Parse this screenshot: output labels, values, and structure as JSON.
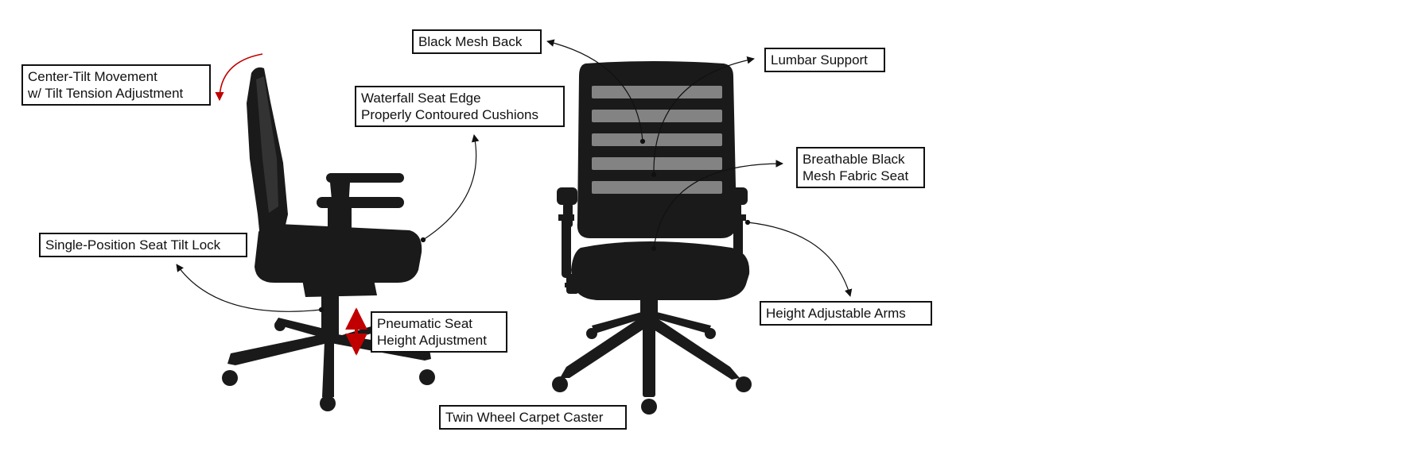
{
  "colors": {
    "line": "#111111",
    "accent": "#c00000",
    "chair": "#1a1a1a",
    "mesh_light": "#8f8f8f"
  },
  "images": [
    "side-view-office-chair",
    "front-view-office-chair"
  ],
  "callouts": {
    "center_tilt": {
      "line1": "Center-Tilt Movement",
      "line2": "w/ Tilt Tension Adjustment"
    },
    "waterfall": {
      "line1": "Waterfall Seat Edge",
      "line2": "Properly Contoured Cushions"
    },
    "seat_tilt_lock": {
      "line1": "Single-Position Seat Tilt Lock"
    },
    "pneumatic": {
      "line1": "Pneumatic Seat",
      "line2": "Height Adjustment"
    },
    "caster": {
      "line1": "Twin Wheel Carpet Caster"
    },
    "mesh_back": {
      "line1": "Black Mesh Back"
    },
    "lumbar": {
      "line1": "Lumbar Support"
    },
    "mesh_seat": {
      "line1": "Breathable Black",
      "line2": "Mesh Fabric Seat"
    },
    "arms": {
      "line1": "Height Adjustable Arms"
    }
  }
}
